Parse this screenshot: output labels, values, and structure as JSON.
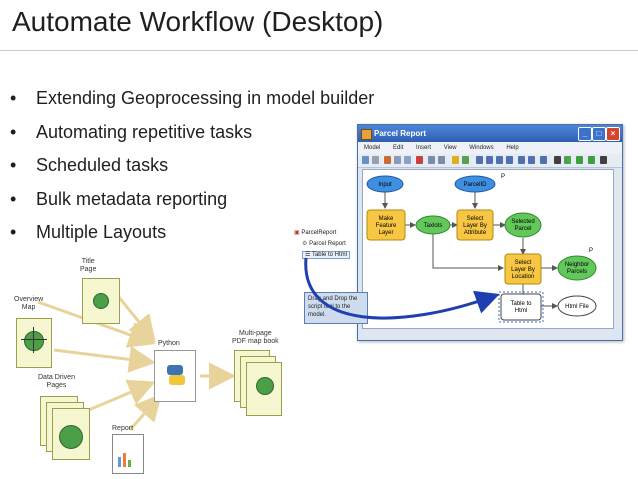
{
  "slide": {
    "title": "Automate Workflow (Desktop)",
    "bullets": [
      "Extending Geoprocessing in model builder",
      "Automating repetitive tasks",
      "Scheduled tasks",
      "Bulk metadata reporting",
      "Multiple Layouts"
    ]
  },
  "window": {
    "title": "Parcel Report",
    "menu": [
      "Model",
      "Edit",
      "Insert",
      "View",
      "Windows",
      "Help"
    ],
    "nodes": {
      "input": "Input",
      "parcel_id": "ParcelID",
      "make_feature_layer": [
        "Make",
        "Feature",
        "Layer"
      ],
      "taxlots": "Taxlots",
      "select_by_attribute": [
        "Select",
        "Layer By",
        "Attribute"
      ],
      "selected_parcel": [
        "Selected",
        "Parcel"
      ],
      "select_by_location": [
        "Select",
        "Layer By",
        "Location"
      ],
      "neighbor_parcels": [
        "Neighbor",
        "Parcels"
      ],
      "table_to_html": [
        "Table to",
        "Html"
      ],
      "html_file": "Html File",
      "p_marker": "P"
    }
  },
  "toolbox": {
    "items": [
      "ParcelReport",
      "Parcel Report",
      "Table to Html"
    ],
    "callout": "Drag and Drop the script tool to the model."
  },
  "diagram": {
    "title_page": [
      "Title",
      "Page"
    ],
    "overview_map": [
      "Overview",
      "Map"
    ],
    "data_driven_pages": [
      "Data Driven",
      "Pages"
    ],
    "report": "Report",
    "python": "Python",
    "multipage": [
      "Multi-page",
      "PDF map book"
    ]
  },
  "colors": {
    "node_blue": "#3f8fe0",
    "node_yellow": "#f7c744",
    "node_green": "#63c75b"
  }
}
